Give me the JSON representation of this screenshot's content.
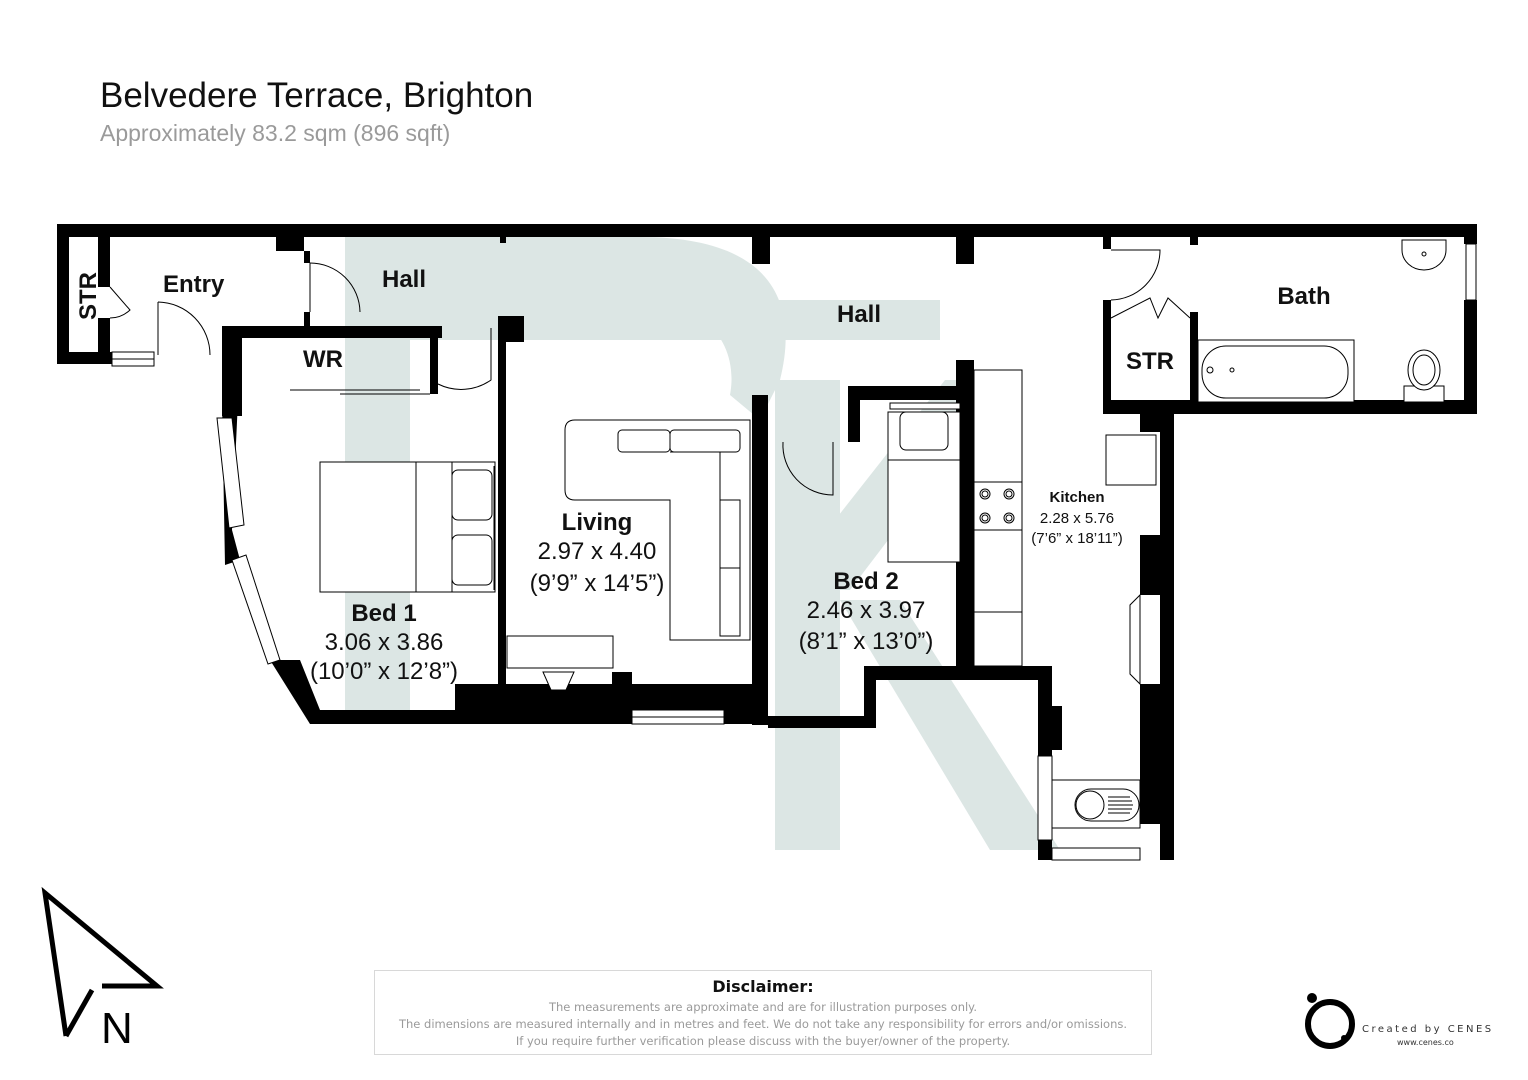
{
  "header": {
    "title": "Belvedere Terrace, Brighton",
    "subtitle": "Approximately 83.2 sqm (896 sqft)"
  },
  "rooms": {
    "str_left": {
      "label": "STR"
    },
    "entry": {
      "label": "Entry"
    },
    "hall_left": {
      "label": "Hall"
    },
    "hall_main": {
      "label": "Hall"
    },
    "wr": {
      "label": "WR"
    },
    "bed1": {
      "label": "Bed 1",
      "metric": "3.06 x 3.86",
      "imperial": "(10’0” x 12’8”)"
    },
    "living": {
      "label": "Living",
      "metric": "2.97 x 4.40",
      "imperial": "(9’9” x 14’5”)"
    },
    "bed2": {
      "label": "Bed 2",
      "metric": "2.46 x 3.97",
      "imperial": "(8’1” x 13’0”)"
    },
    "kitchen": {
      "label": "Kitchen",
      "metric": "2.28 x 5.76",
      "imperial": "(7’6” x 18’11”)"
    },
    "bath": {
      "label": "Bath"
    },
    "str_right": {
      "label": "STR"
    }
  },
  "compass": {
    "label": "N"
  },
  "disclaimer": {
    "heading": "Disclaimer:",
    "lines": [
      "The measurements are approximate and are for illustration purposes only.",
      "The dimensions are measured internally and in metres and feet. We do not take any responsibility for errors and/or omissions.",
      "If you require further verification please discuss with the buyer/owner of the property."
    ]
  },
  "credit": {
    "text": "Created by CENES",
    "url": "www.cenes.co"
  },
  "colors": {
    "wall": "#000000",
    "watermark": "#dce6e4",
    "subtitle": "#9a9a9a"
  }
}
